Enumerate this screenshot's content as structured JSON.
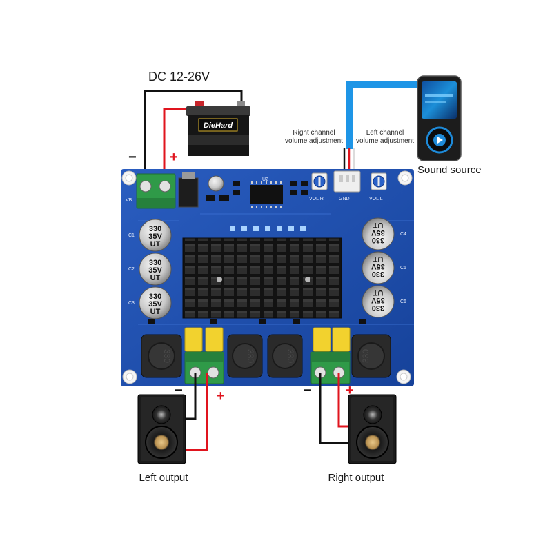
{
  "power": {
    "title": "DC 12-26V",
    "minus": "−",
    "plus": "+",
    "battery_brand": "DieHard"
  },
  "board": {
    "silk": {
      "vb": "VB",
      "u2": "U2",
      "gnd": "GND",
      "vol_r": "VOL R",
      "vol_l": "VOL L",
      "c1": "C1",
      "c2": "C2",
      "c3": "C3",
      "c4": "C4",
      "c5": "C5",
      "c6": "C6"
    },
    "capacitor": {
      "value": "330",
      "voltage": "35V",
      "series": "UT"
    },
    "inductor": "330"
  },
  "annotations": {
    "right_volume": [
      "Right channel",
      "volume adjustment"
    ],
    "left_volume": [
      "Left channel",
      "volume adjustment"
    ]
  },
  "source": {
    "label": "Sound source"
  },
  "outputs": {
    "left": {
      "label": "Left output",
      "minus": "−",
      "plus": "+"
    },
    "right": {
      "label": "Right output",
      "minus": "−",
      "plus": "+"
    }
  },
  "colors": {
    "pcb": "#1f4fae",
    "terminal": "#2f9a48",
    "wire_red": "#e0141e",
    "wire_black": "#111111",
    "cable_blue": "#1e95e6",
    "yellow_cap": "#f2d22e"
  }
}
